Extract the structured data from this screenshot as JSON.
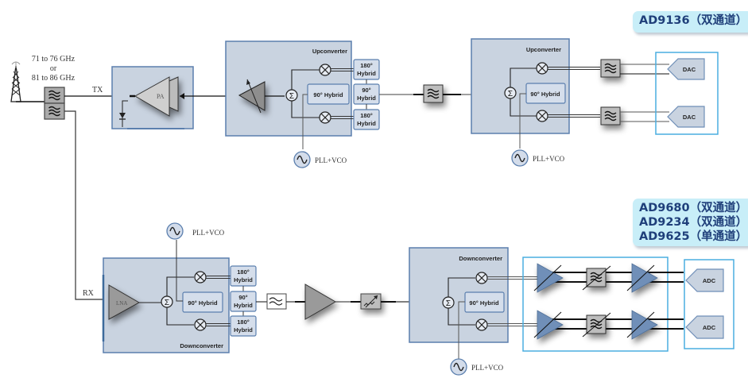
{
  "frequency_label": {
    "line1": "71 to 76 GHz",
    "line2": "or",
    "line3": "81 to 86 GHz"
  },
  "signals": {
    "tx": "TX",
    "rx": "RX"
  },
  "tx_path": {
    "pa_label": "PA",
    "upconverter1": {
      "title": "Upconverter",
      "hybrid_90_label": "90° Hybrid",
      "hybrid_180_top": [
        "180°",
        "Hybrid"
      ],
      "hybrid_90_mid": [
        "90°",
        "Hybrid"
      ],
      "hybrid_180_bottom": [
        "180°",
        "Hybrid"
      ],
      "summer": "Σ",
      "lo": "PLL+VCO"
    },
    "upconverter2": {
      "title": "Upconverter",
      "hybrid_90_label": "90° Hybrid",
      "summer": "Σ",
      "lo": "PLL+VCO"
    },
    "dacs": [
      "DAC",
      "DAC"
    ],
    "badge": "AD9136（双通道）"
  },
  "rx_path": {
    "lna_label": "LNA",
    "downconverter1": {
      "title": "Downconverter",
      "hybrid_90_label": "90° Hybrid",
      "hybrid_180_top": [
        "180°",
        "Hybrid"
      ],
      "hybrid_90_mid": [
        "90°",
        "Hybrid"
      ],
      "hybrid_180_bottom": [
        "180°",
        "Hybrid"
      ],
      "summer": "Σ",
      "lo": "PLL+VCO"
    },
    "downconverter2": {
      "title": "Downconverter",
      "hybrid_90_label": "90° Hybrid",
      "summer": "Σ",
      "lo": "PLL+VCO"
    },
    "adcs": [
      "ADC",
      "ADC"
    ],
    "badges": [
      "AD9680（双通道）",
      "AD9234（双通道）",
      "AD9625（单通道）"
    ]
  },
  "colors": {
    "block_fill": "#c9d3e0",
    "block_border": "#5b7fae",
    "hybrid_fill": "#d5deeb",
    "amp_blue": "#6f8fb8",
    "highlight_border": "#4aaee0",
    "badge_bg": "#c8eef8",
    "badge_text": "#1f3f7a"
  }
}
